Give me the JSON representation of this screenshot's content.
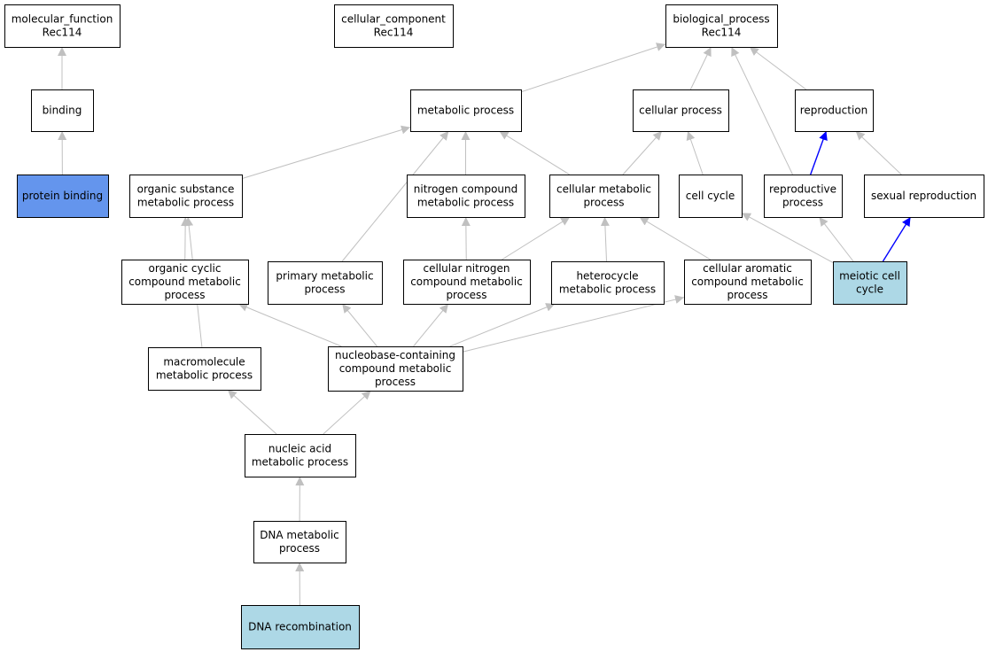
{
  "colors": {
    "edge_default": "#c0c0c0",
    "edge_highlight": "#0000ff",
    "node_fill_default": "#ffffff",
    "node_fill_blue": "#6495ed",
    "node_fill_lightblue": "#add8e6",
    "node_stroke": "#000000"
  },
  "nodes": [
    {
      "id": "molecular_function",
      "lines": [
        "molecular_function",
        "Rec114"
      ],
      "fill": "#ffffff"
    },
    {
      "id": "cellular_component",
      "lines": [
        "cellular_component",
        "Rec114"
      ],
      "fill": "#ffffff"
    },
    {
      "id": "biological_process",
      "lines": [
        "biological_process",
        "Rec114"
      ],
      "fill": "#ffffff"
    },
    {
      "id": "binding",
      "lines": [
        "binding"
      ],
      "fill": "#ffffff"
    },
    {
      "id": "metabolic_process",
      "lines": [
        "metabolic process"
      ],
      "fill": "#ffffff"
    },
    {
      "id": "cellular_process",
      "lines": [
        "cellular process"
      ],
      "fill": "#ffffff"
    },
    {
      "id": "reproduction",
      "lines": [
        "reproduction"
      ],
      "fill": "#ffffff"
    },
    {
      "id": "protein_binding",
      "lines": [
        "protein binding"
      ],
      "fill": "#6495ed"
    },
    {
      "id": "organic_substance",
      "lines": [
        "organic substance",
        "metabolic process"
      ],
      "fill": "#ffffff"
    },
    {
      "id": "nitrogen_compound",
      "lines": [
        "nitrogen compound",
        "metabolic process"
      ],
      "fill": "#ffffff"
    },
    {
      "id": "cellular_metabolic",
      "lines": [
        "cellular metabolic",
        "process"
      ],
      "fill": "#ffffff"
    },
    {
      "id": "cell_cycle",
      "lines": [
        "cell cycle"
      ],
      "fill": "#ffffff"
    },
    {
      "id": "reproductive_process",
      "lines": [
        "reproductive",
        "process"
      ],
      "fill": "#ffffff"
    },
    {
      "id": "sexual_reproduction",
      "lines": [
        "sexual reproduction"
      ],
      "fill": "#ffffff"
    },
    {
      "id": "organic_cyclic",
      "lines": [
        "organic cyclic",
        "compound metabolic",
        "process"
      ],
      "fill": "#ffffff"
    },
    {
      "id": "primary_metabolic",
      "lines": [
        "primary metabolic",
        "process"
      ],
      "fill": "#ffffff"
    },
    {
      "id": "cellular_nitrogen",
      "lines": [
        "cellular nitrogen",
        "compound metabolic",
        "process"
      ],
      "fill": "#ffffff"
    },
    {
      "id": "heterocycle",
      "lines": [
        "heterocycle",
        "metabolic process"
      ],
      "fill": "#ffffff"
    },
    {
      "id": "cellular_aromatic",
      "lines": [
        "cellular aromatic",
        "compound metabolic",
        "process"
      ],
      "fill": "#ffffff"
    },
    {
      "id": "meiotic_cell_cycle",
      "lines": [
        "meiotic cell",
        "cycle"
      ],
      "fill": "#add8e6"
    },
    {
      "id": "macromolecule",
      "lines": [
        "macromolecule",
        "metabolic process"
      ],
      "fill": "#ffffff"
    },
    {
      "id": "nucleobase",
      "lines": [
        "nucleobase-containing",
        "compound metabolic",
        "process"
      ],
      "fill": "#ffffff"
    },
    {
      "id": "nucleic_acid",
      "lines": [
        "nucleic acid",
        "metabolic process"
      ],
      "fill": "#ffffff"
    },
    {
      "id": "dna_metabolic",
      "lines": [
        "DNA metabolic",
        "process"
      ],
      "fill": "#ffffff"
    },
    {
      "id": "dna_recombination",
      "lines": [
        "DNA recombination"
      ],
      "fill": "#add8e6"
    }
  ],
  "edges": [
    {
      "from": "binding",
      "to": "molecular_function",
      "highlight": false
    },
    {
      "from": "protein_binding",
      "to": "binding",
      "highlight": false
    },
    {
      "from": "metabolic_process",
      "to": "biological_process",
      "highlight": false
    },
    {
      "from": "cellular_process",
      "to": "biological_process",
      "highlight": false
    },
    {
      "from": "reproduction",
      "to": "biological_process",
      "highlight": false
    },
    {
      "from": "reproductive_process",
      "to": "biological_process",
      "highlight": false
    },
    {
      "from": "organic_substance",
      "to": "metabolic_process",
      "highlight": false
    },
    {
      "from": "primary_metabolic",
      "to": "metabolic_process",
      "highlight": false
    },
    {
      "from": "nitrogen_compound",
      "to": "metabolic_process",
      "highlight": false
    },
    {
      "from": "cellular_metabolic",
      "to": "metabolic_process",
      "highlight": false
    },
    {
      "from": "cellular_metabolic",
      "to": "cellular_process",
      "highlight": false
    },
    {
      "from": "cell_cycle",
      "to": "cellular_process",
      "highlight": false
    },
    {
      "from": "reproductive_process",
      "to": "reproduction",
      "highlight": true
    },
    {
      "from": "sexual_reproduction",
      "to": "reproduction",
      "highlight": false
    },
    {
      "from": "organic_cyclic",
      "to": "organic_substance",
      "highlight": false
    },
    {
      "from": "macromolecule",
      "to": "organic_substance",
      "highlight": false
    },
    {
      "from": "cellular_nitrogen",
      "to": "nitrogen_compound",
      "highlight": false
    },
    {
      "from": "cellular_nitrogen",
      "to": "cellular_metabolic",
      "highlight": false
    },
    {
      "from": "heterocycle",
      "to": "cellular_metabolic",
      "highlight": false
    },
    {
      "from": "cellular_aromatic",
      "to": "cellular_metabolic",
      "highlight": false
    },
    {
      "from": "meiotic_cell_cycle",
      "to": "cell_cycle",
      "highlight": false
    },
    {
      "from": "meiotic_cell_cycle",
      "to": "reproductive_process",
      "highlight": false
    },
    {
      "from": "meiotic_cell_cycle",
      "to": "sexual_reproduction",
      "highlight": true
    },
    {
      "from": "nucleobase",
      "to": "organic_cyclic",
      "highlight": false
    },
    {
      "from": "nucleobase",
      "to": "primary_metabolic",
      "highlight": false
    },
    {
      "from": "nucleobase",
      "to": "cellular_nitrogen",
      "highlight": false
    },
    {
      "from": "nucleobase",
      "to": "heterocycle",
      "highlight": false
    },
    {
      "from": "nucleobase",
      "to": "cellular_aromatic",
      "highlight": false
    },
    {
      "from": "nucleic_acid",
      "to": "macromolecule",
      "highlight": false
    },
    {
      "from": "nucleic_acid",
      "to": "nucleobase",
      "highlight": false
    },
    {
      "from": "dna_metabolic",
      "to": "nucleic_acid",
      "highlight": false
    },
    {
      "from": "dna_recombination",
      "to": "dna_metabolic",
      "highlight": false
    }
  ]
}
